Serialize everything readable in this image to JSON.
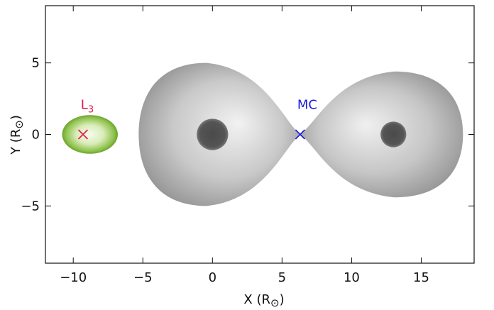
{
  "chart_data": {
    "type": "contour",
    "xlabel": "X (R",
    "ylabel": "Y (R",
    "unit_symbol": "⊙",
    "xlim": [
      -12,
      18.8
    ],
    "ylim": [
      -9,
      9
    ],
    "xticks": [
      {
        "value": -10,
        "label": "−10"
      },
      {
        "value": -5,
        "label": "−5"
      },
      {
        "value": 0,
        "label": "0"
      },
      {
        "value": 5,
        "label": "5"
      },
      {
        "value": 10,
        "label": "10"
      },
      {
        "value": 15,
        "label": "15"
      }
    ],
    "yticks": [
      {
        "value": 5,
        "label": "5"
      },
      {
        "value": 0,
        "label": "0"
      },
      {
        "value": -5,
        "label": "−5"
      }
    ],
    "grid": false,
    "objects": [
      {
        "kind": "primary-lobe",
        "tip_x": 6.3,
        "center_x": 0,
        "extent_x": [
          -5.3,
          6.3
        ],
        "half_height": 5.0,
        "core_center": [
          0,
          0
        ],
        "core_radius": 1.1
      },
      {
        "kind": "secondary-lobe",
        "tip_x": 6.3,
        "extent_x": [
          6.3,
          18.0
        ],
        "half_height": 4.4,
        "core_center": [
          13,
          0
        ],
        "core_radius": 0.9
      },
      {
        "kind": "L3-blob",
        "center": [
          -8.8,
          0
        ],
        "half_width": 2.0,
        "half_height": 1.35
      }
    ],
    "markers": [
      {
        "label_main": "L",
        "label_sub": "3",
        "x": -9.3,
        "y": 0,
        "color": "#e8174a"
      },
      {
        "label_main": "MC",
        "label_sub": "",
        "x": 6.3,
        "y": 0,
        "color": "#1a1adb"
      }
    ],
    "colors": {
      "lobe_light": "#f2f2f2",
      "lobe_dark": "#8a8a8a",
      "core": "#555555",
      "blob_light": "#f4faea",
      "blob_dark": "#4e8a10"
    }
  }
}
